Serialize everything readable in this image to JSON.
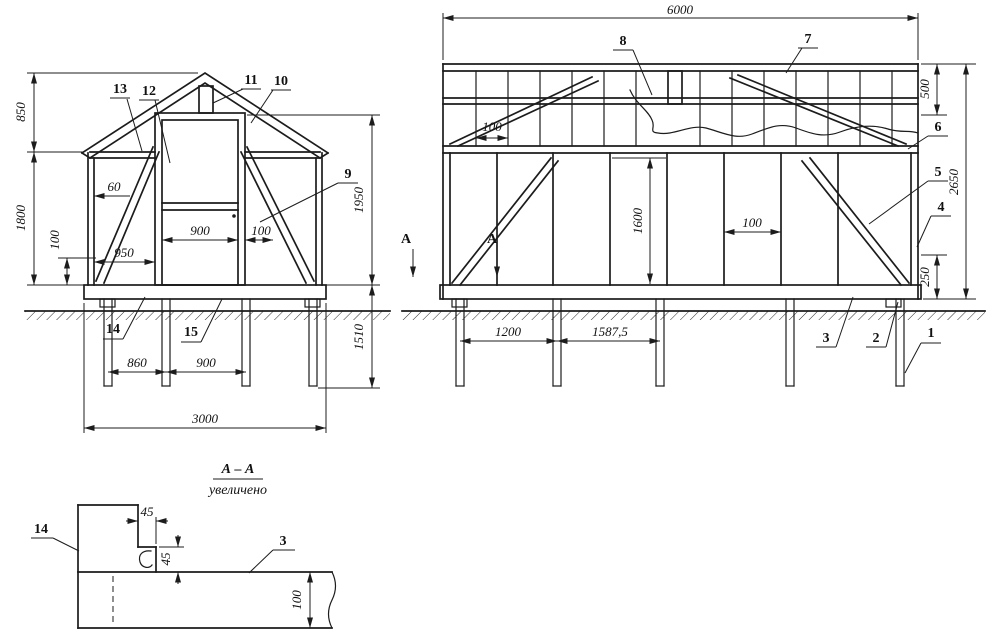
{
  "front_view": {
    "parts": {
      "p9": "9",
      "p10": "10",
      "p11": "11",
      "p12": "12",
      "p13": "13",
      "p14": "14",
      "p15": "15"
    },
    "dims": {
      "h850": "850",
      "h1800": "1800",
      "h100": "100",
      "w60": "60",
      "w950": "950",
      "w900_door": "900",
      "w100_door": "100",
      "h1950": "1950",
      "h1510": "1510",
      "w860": "860",
      "w900_bottom": "900",
      "w3000": "3000"
    }
  },
  "side_view": {
    "parts": {
      "p1": "1",
      "p2": "2",
      "p3": "3",
      "p4": "4",
      "p5": "5",
      "p6": "6",
      "p7": "7",
      "p8": "8"
    },
    "dims": {
      "w6000": "6000",
      "h500": "500",
      "h2650": "2650",
      "h250": "250",
      "w100_top": "100",
      "h1600": "1600",
      "w100_mid": "100",
      "w1200": "1200",
      "w1587": "1587,5"
    },
    "section": {
      "a_outer": "А",
      "a_inner": "А"
    }
  },
  "detail_view": {
    "title": "А – А",
    "subtitle": "увеличено",
    "parts": {
      "p14": "14",
      "p3": "3"
    },
    "dims": {
      "w45": "45",
      "h45": "45",
      "h100": "100"
    }
  }
}
